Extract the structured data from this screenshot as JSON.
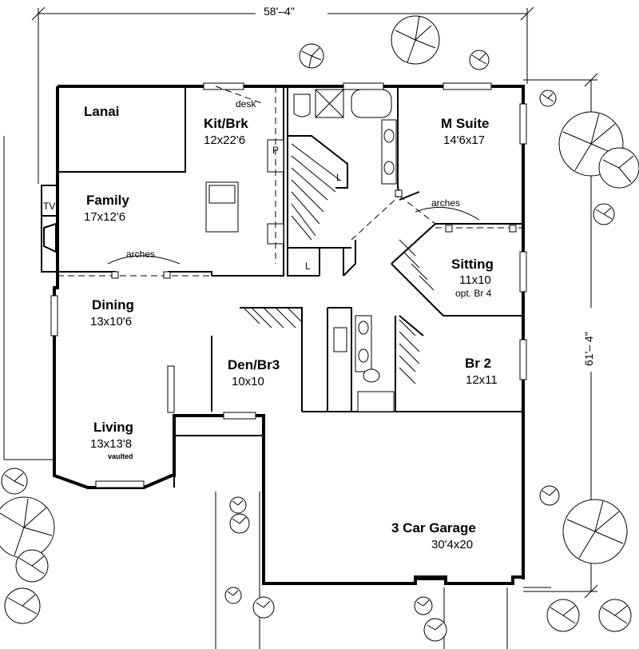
{
  "dimensions": {
    "width_label": "58'–4\"",
    "depth_label": "61'– 4\""
  },
  "rooms": {
    "lanai": {
      "name": "Lanai"
    },
    "kitchen": {
      "name": "Kit/Brk",
      "size": "12x22'6"
    },
    "family": {
      "name": "Family",
      "size": "17x12'6"
    },
    "m_suite": {
      "name": "M Suite",
      "size": "14'6x17"
    },
    "sitting": {
      "name": "Sitting",
      "size": "11x10",
      "note": "opt. Br 4"
    },
    "dining": {
      "name": "Dining",
      "size": "13x10'6"
    },
    "den": {
      "name": "Den/Br3",
      "size": "10x10"
    },
    "br2": {
      "name": "Br 2",
      "size": "12x11"
    },
    "living": {
      "name": "Living",
      "size": "13x13'8",
      "note": "vaulted"
    },
    "garage": {
      "name": "3 Car Garage",
      "size": "30'4x20"
    }
  },
  "labels": {
    "desk": "desk",
    "pantry": "P",
    "tv": "TV",
    "arches_family": "arches",
    "arches_suite": "arches",
    "laundry": "L",
    "linen": "L"
  }
}
